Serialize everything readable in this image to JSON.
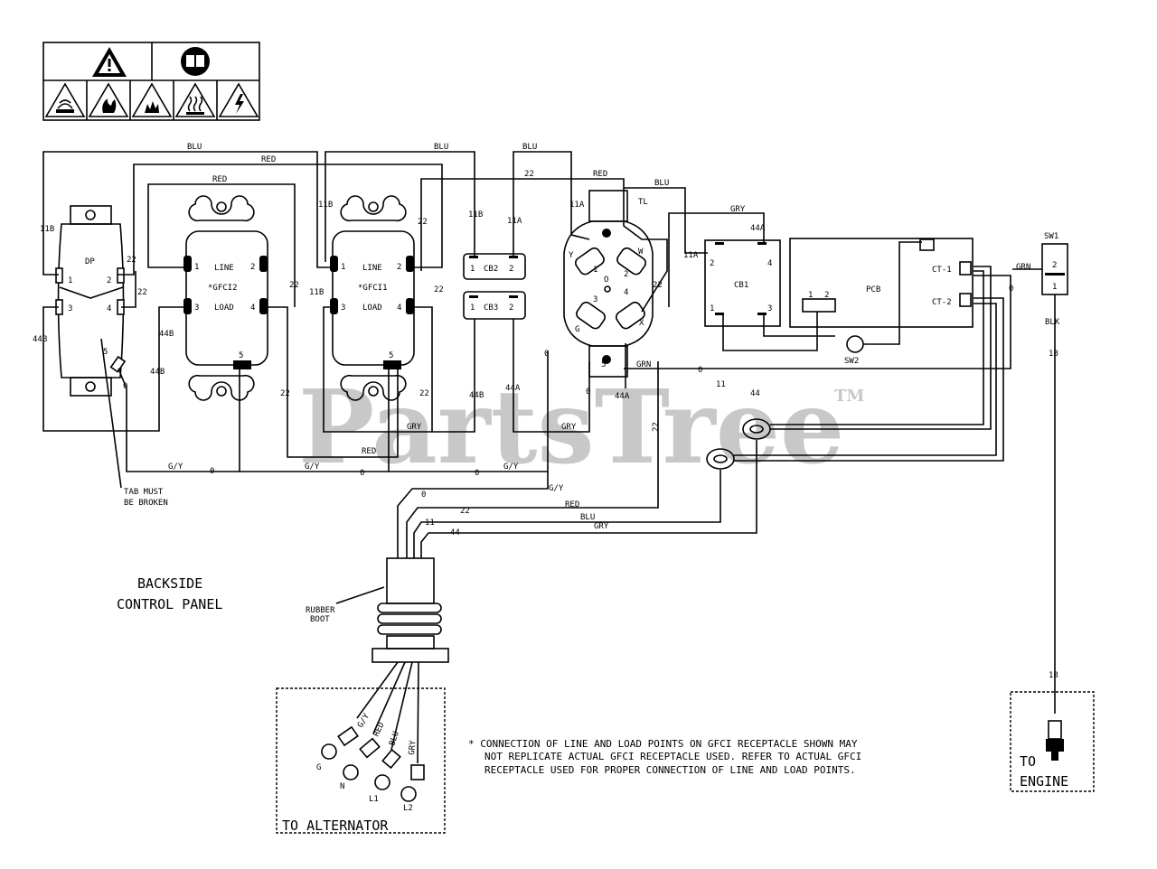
{
  "watermark": {
    "brand": "PartsTree",
    "tm": "TM"
  },
  "titles": {
    "backside_line1": "BACKSIDE",
    "backside_line2": "CONTROL PANEL",
    "to_alternator": "TO ALTERNATOR",
    "to_engine_line1": "TO",
    "to_engine_line2": "ENGINE",
    "tab_line1": "TAB MUST",
    "tab_line2": "BE BROKEN",
    "rubber_line1": "RUBBER",
    "rubber_line2": "BOOT"
  },
  "note": {
    "line1": "* CONNECTION OF LINE AND LOAD POINTS  ON GFCI  RECEPTACLE SHOWN MAY",
    "line2": "NOT REPLICATE ACTUAL GFCI RECEPTACLE USED.  REFER TO ACTUAL GFCI",
    "line3": "RECEPTACLE USED FOR PROPER CONNECTION OF LINE AND LOAD POINTS."
  },
  "components": {
    "dp": "DP",
    "gfci2": "*GFCI2",
    "gfci1": "*GFCI1",
    "line": "LINE",
    "load": "LOAD",
    "cb2": "CB2",
    "cb3": "CB3",
    "cb1": "CB1",
    "tl": "TL",
    "pcb": "PCB",
    "ct1": "CT-1",
    "ct2": "CT-2",
    "sw1": "SW1",
    "sw2": "SW2"
  },
  "wire_labels": {
    "blu": "BLU",
    "red": "RED",
    "gry": "GRY",
    "grn": "GRN",
    "blk": "BLK",
    "gy": "G/Y",
    "w11a": "11A",
    "w11b": "11B",
    "w44a": "44A",
    "w44b": "44B",
    "w22": "22",
    "w11": "11",
    "w44": "44",
    "w18": "18",
    "w0": "0"
  },
  "pins": {
    "p1": "1",
    "p2": "2",
    "p3": "3",
    "p4": "4",
    "p5": "5"
  },
  "tl_pins": {
    "y": "Y",
    "w": "W",
    "g": "G",
    "x": "X",
    "o": "O"
  },
  "terminals": {
    "g": "G",
    "n": "N",
    "l1": "L1",
    "l2": "L2"
  },
  "lead_labels": {
    "gy": "G/Y",
    "red": "RED",
    "blu": "BLU",
    "gry": "GRY"
  },
  "warning_icons": [
    "warning-triangle-icon",
    "manual-icon",
    "fume-hazard-icon",
    "fire-hazard-icon",
    "explosion-hazard-icon",
    "hot-surface-icon",
    "shock-hazard-icon"
  ]
}
